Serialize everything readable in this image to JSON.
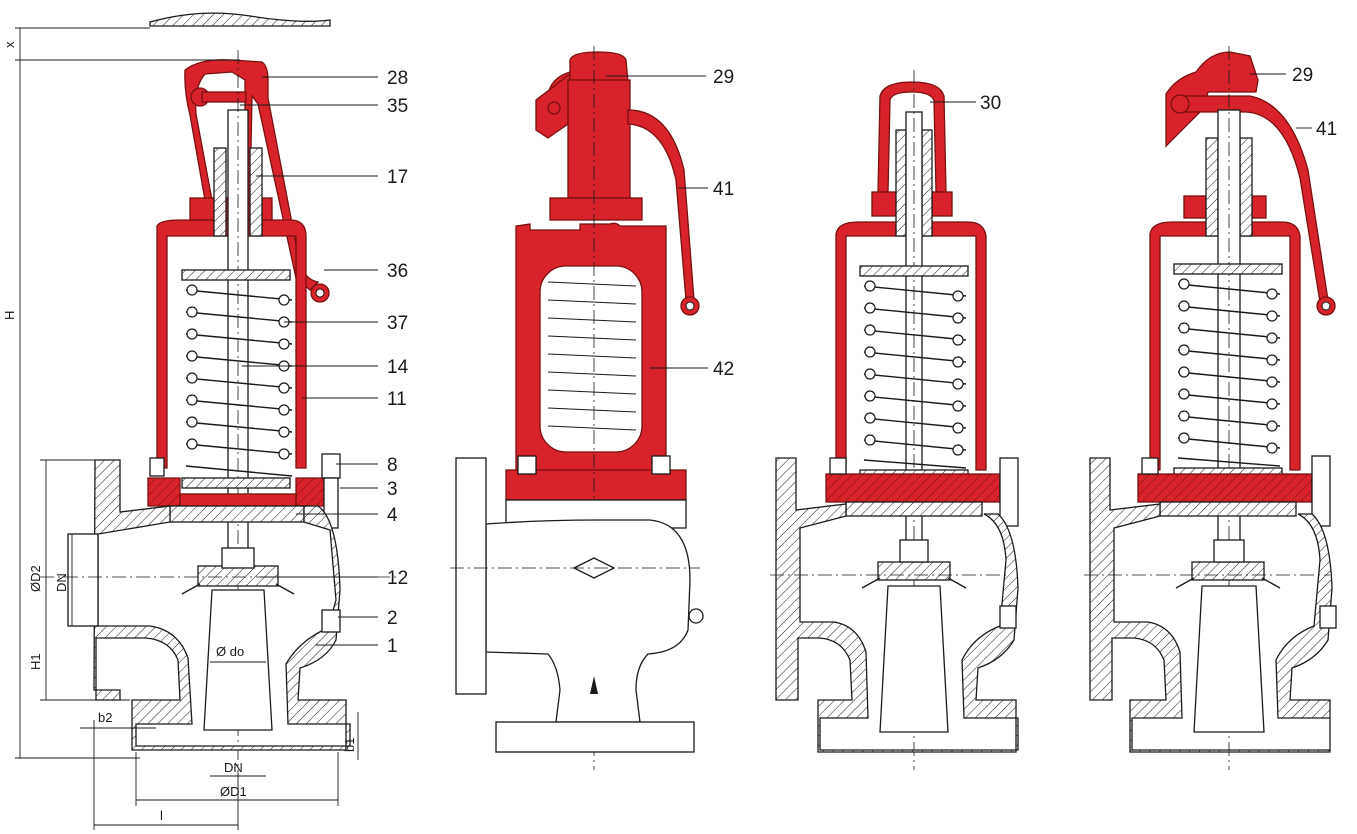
{
  "colors": {
    "housing_red": "#d8232a",
    "line": "#1a1a1a",
    "background": "#ffffff"
  },
  "view1": {
    "callouts": [
      "28",
      "35",
      "17",
      "36",
      "37",
      "14",
      "11",
      "8",
      "3",
      "4",
      "12",
      "2",
      "1"
    ],
    "dimensions": {
      "H": "H",
      "H1": "H1",
      "x": "x",
      "b2": "b2",
      "b1": "b1",
      "DN_outlet": "DN",
      "D2": "ØD2",
      "do": "Ø do",
      "DN_inlet": "DN",
      "D1": "ØD1",
      "l": "l"
    }
  },
  "view2": {
    "callouts": [
      "29",
      "41",
      "42"
    ]
  },
  "view3": {
    "callouts": [
      "30"
    ]
  },
  "view4": {
    "callouts": [
      "29",
      "41"
    ]
  }
}
